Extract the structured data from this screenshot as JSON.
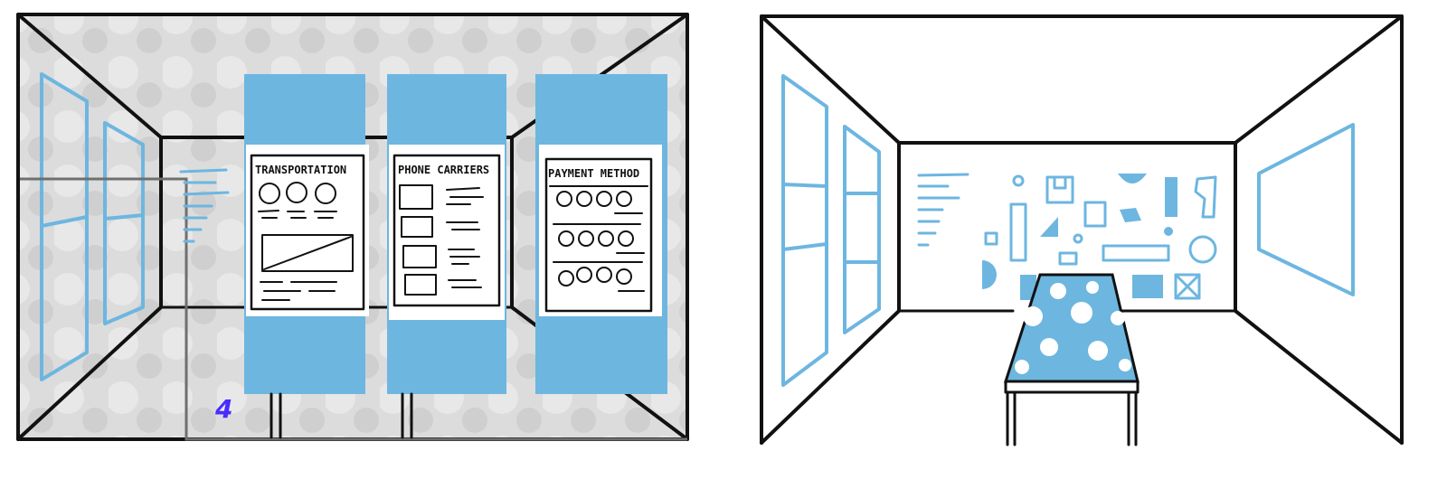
{
  "panels": {
    "left": {
      "number_label": "4",
      "panel_titles": [
        "TRANSPORTATION",
        "PHONE CARRIERS",
        "PAYMENT METHOD"
      ]
    }
  },
  "colors": {
    "ink": "#111111",
    "accent_blue": "#6db6e0",
    "wash_gray": "#d9d9d9",
    "number_purple": "#4a2cff"
  }
}
